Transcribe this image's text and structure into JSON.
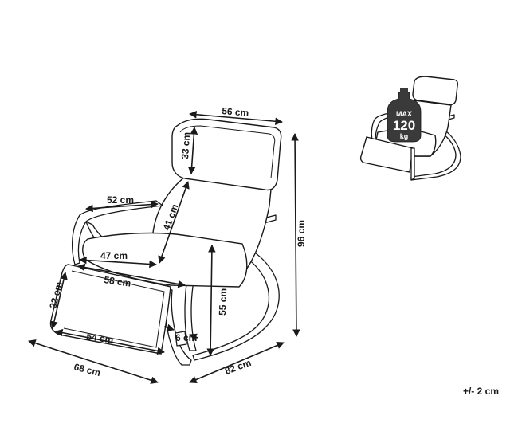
{
  "dimensions": {
    "headrest_width": "56 cm",
    "headrest_height": "33 cm",
    "backrest_height": "41 cm",
    "armrest_depth": "52 cm",
    "seat_width_inner": "47 cm",
    "seat_width_outer": "58 cm",
    "footrest_height": "32 cm",
    "footrest_width": "54 cm",
    "total_depth": "68 cm",
    "base_length": "82 cm",
    "seat_height": "55 cm",
    "leg_gap": "6 cm",
    "total_height": "96 cm"
  },
  "badge": {
    "line1": "MAX",
    "line2": "120",
    "line3": "kg"
  },
  "tolerance": "+/- 2 cm",
  "colors": {
    "ink": "#1a1a1a",
    "badge_fill": "#3a3a3a",
    "background": "#ffffff"
  }
}
